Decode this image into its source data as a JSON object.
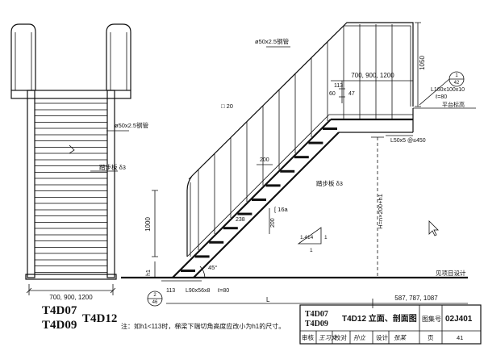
{
  "left_view": {
    "pipe_label": "ø50x2.5钢管",
    "tread_label": "踏步板 δ3",
    "width_dim": "700, 900, 1200"
  },
  "section_view": {
    "top_pipe_label": "ø50x2.5钢管",
    "baluster_label": "□ 20",
    "dim_1050": "1050",
    "width_dim": "700, 900, 1200",
    "dim_113": "113",
    "dim_60": "60",
    "dim_47": "47",
    "angle_label": "L160x100x10",
    "angle_length": "ℓ=80",
    "platform_label": "平台标高",
    "detail_no": "1",
    "detail_ref": "42",
    "plate_label": "L50x5 @≤450",
    "dim_200_a": "200",
    "tread_label": "踏步板 δ3",
    "channel_label": "[ 16a",
    "dim_238": "238",
    "dim_200_b": "200",
    "dim_1000": "1000",
    "height_label": "H=n×200+h1",
    "slope_text": "1.414",
    "slope_unit": "1",
    "slope_unit2": "1",
    "h1_label": "h1",
    "dim_113_bottom": "113",
    "angle_deg": "45°",
    "base_angle_label": "L90x56x8",
    "base_angle_length": "ℓ=80",
    "detail_no2": "2",
    "detail_ref2": "46",
    "ground_label": "见项目设计",
    "length_label": "L",
    "bottom_dim": "587, 787, 1087"
  },
  "titles": {
    "variant_a": "T4D07",
    "variant_b": "T4D09",
    "variant_c": "T4D12"
  },
  "note": "注：如h1<113时，梯梁下端切角高度应改小为h1的尺寸。",
  "title_block": {
    "row1_a": "T4D07",
    "row1_b": "T4D09",
    "drawing_title": "T4D12 立面、剖面图",
    "atlas_label": "图集号",
    "atlas_no": "02J401",
    "review_label": "审核",
    "review_sig": "王习文",
    "check_label": "校对",
    "check_sig": "孙立",
    "design_label": "设计",
    "design_sig": "张某",
    "page_label": "页",
    "page_no": "41"
  }
}
